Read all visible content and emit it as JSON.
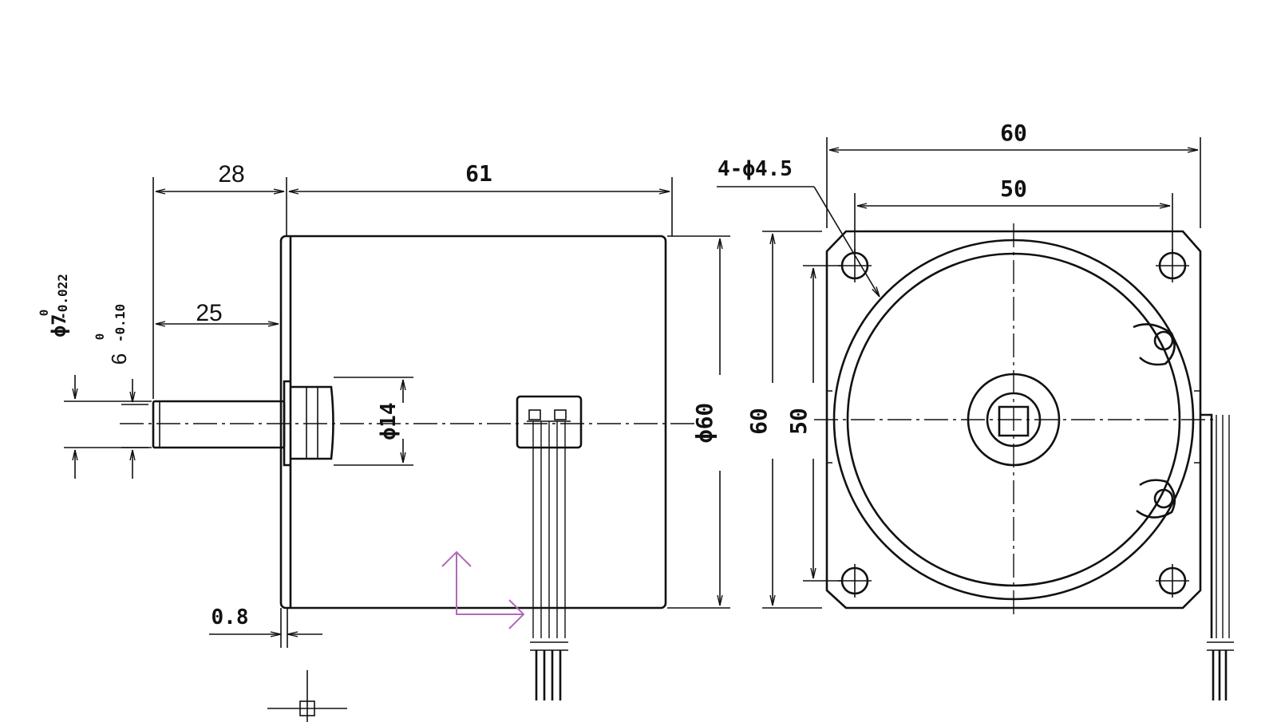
{
  "drawing": {
    "side_view": {
      "shaft_length_total": "28",
      "shaft_length_flat": "25",
      "body_length": "61",
      "flange_thickness": "0.8",
      "boss_diameter": "ϕ14",
      "body_diameter": "ϕ60",
      "shaft_diameter_main": "ϕ7",
      "shaft_diameter_main_tol_upper": "0",
      "shaft_diameter_main_tol_lower": "-0.022",
      "shaft_flat": "6",
      "shaft_flat_tol_upper": "0",
      "shaft_flat_tol_lower": "-0.10"
    },
    "front_view": {
      "overall_width": "60",
      "hole_pitch_width": "50",
      "overall_height": "60",
      "hole_pitch_height": "50",
      "mounting_holes": "4-ϕ4.5"
    }
  },
  "colors": {
    "line": "#111111",
    "annotation_arrow": "#b06ab8",
    "background": "#ffffff"
  }
}
